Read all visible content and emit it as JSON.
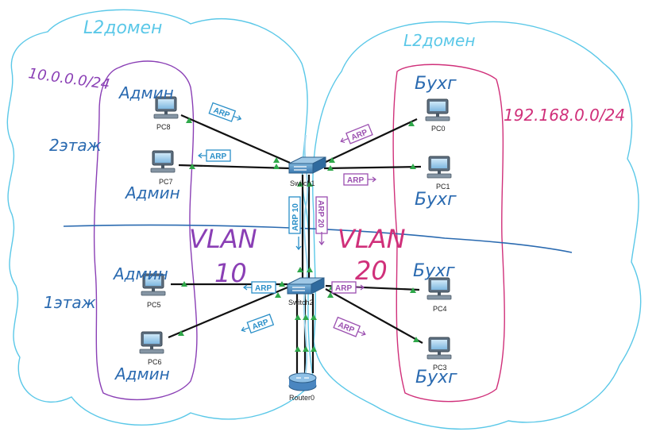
{
  "labels": {
    "l2_left": "L2домен",
    "l2_right": "L2домен",
    "subnet_left": "10.0.0.0/24",
    "subnet_right": "192.168.0.0/24",
    "floor2": "2этаж",
    "floor1": "1этаж",
    "vlan_left": "VLAN",
    "vlan_left_num": "10",
    "vlan_right": "VLAN",
    "vlan_right_num": "20"
  },
  "groups": {
    "admin": "Админ",
    "buh": "Бухг"
  },
  "devices": {
    "pc8": "PC8",
    "pc7": "PC7",
    "pc5": "PC5",
    "pc6": "PC6",
    "pc0": "PC0",
    "pc1": "PC1",
    "pc4": "PC4",
    "pc3": "PC3",
    "switch1": "Switch1",
    "switch2": "Switch2",
    "router0": "Router0"
  },
  "arp": {
    "label": "ARP",
    "trunk_10": "ARP 10",
    "trunk_20": "ARP 20"
  },
  "colors": {
    "cloud": "#5bc8e8",
    "admin": "#8a3fb5",
    "buh": "#d0307a",
    "floor_line": "#2a6ab0",
    "handwriting_blue": "#2a6ab0",
    "arp_blue": "#2a8fc8",
    "arp_purple": "#9b4fb0",
    "link_up": "#2fa84a"
  }
}
